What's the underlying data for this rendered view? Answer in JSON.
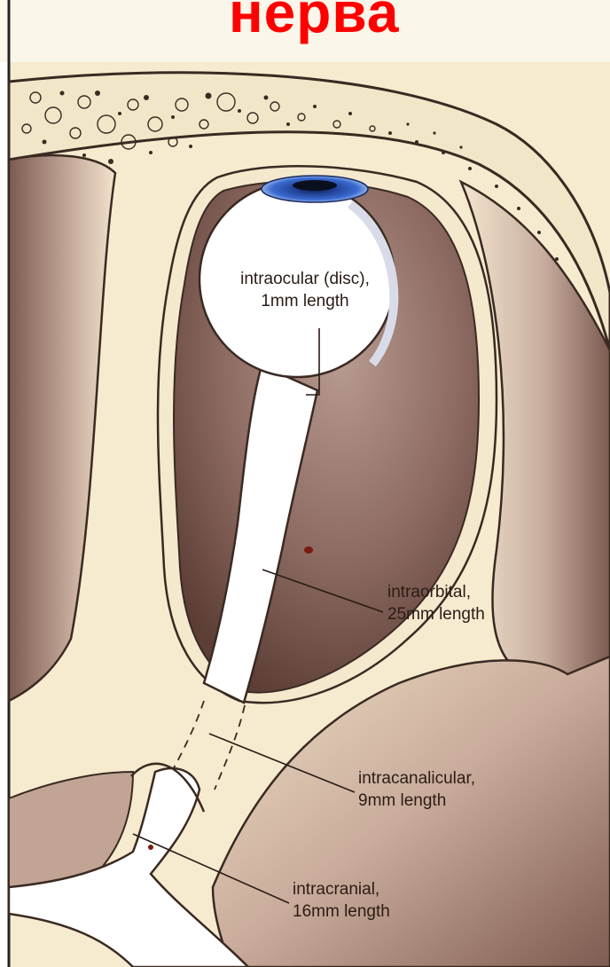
{
  "title": "нерва",
  "labels": {
    "intraocular": {
      "line1": "intraocular (disc),",
      "line2": "1mm length"
    },
    "intraorbital": {
      "line1": "intraorbital,",
      "line2": "25mm length"
    },
    "intracanalicular": {
      "line1": "intracanalicular,",
      "line2": "9mm length"
    },
    "intracranial": {
      "line1": "intracranial,",
      "line2": "16mm length"
    }
  },
  "colors": {
    "title": "#ff0000",
    "background": "#f7ecd0",
    "orbit_fill": "#7a5a50",
    "nerve": "#ffffff",
    "iris": "#2f5fbf",
    "outline": "#3a2a22"
  }
}
